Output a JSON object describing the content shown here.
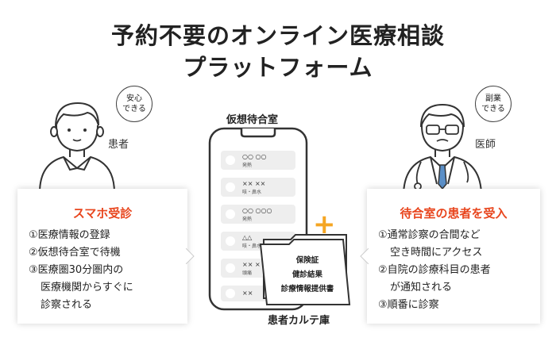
{
  "title": {
    "line1": "予約不要のオンライン医療相談",
    "line2": "プラットフォーム"
  },
  "patient": {
    "label": "患者",
    "bubble_line1": "安心",
    "bubble_line2": "できる"
  },
  "doctor": {
    "label": "医師",
    "bubble_line1": "副業",
    "bubble_line2": "できる"
  },
  "waiting_room": {
    "label": "仮想待合室",
    "rows": [
      {
        "name": "○○ ○○",
        "sub": "発熱"
      },
      {
        "name": "×× ××",
        "sub": "咳・鼻水"
      },
      {
        "name": "○○ ○○○",
        "sub": "発熱"
      },
      {
        "name": "△△",
        "sub": "咳・鼻水"
      },
      {
        "name": "×× ×",
        "sub": "頭痛"
      },
      {
        "name": "××",
        "sub": ""
      }
    ]
  },
  "karte": {
    "label": "患者カルテ庫",
    "items": [
      "保険証",
      "健診結果",
      "診療情報提供書"
    ]
  },
  "left_box": {
    "title": "スマホ受診",
    "items": [
      [
        "①医療情報の登録"
      ],
      [
        "②仮想待合室で待機"
      ],
      [
        "③医療圏30分圏内の",
        "医療機関からすぐに",
        "診察される"
      ]
    ]
  },
  "right_box": {
    "title": "待合室の患者を受入",
    "items": [
      [
        "①通常診察の合間など",
        "空き時間にアクセス"
      ],
      [
        "②自院の診療科目の患者",
        "が通知される"
      ],
      [
        "③順番に診察"
      ]
    ]
  },
  "colors": {
    "accent": "#e8461e",
    "plus": "#f5a623",
    "tie": "#5b8fc7"
  }
}
